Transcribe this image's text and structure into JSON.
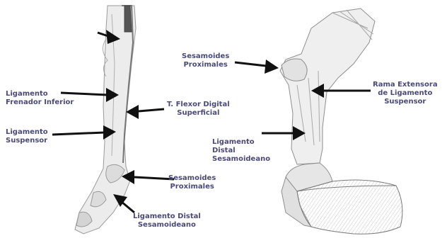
{
  "labels": {
    "lig_frenador": [
      "Ligamento",
      "Frenador Inferior"
    ],
    "lig_suspensor": [
      "Ligamento",
      "Suspensor"
    ],
    "t_flexor": [
      "T. Flexor Digital",
      "Superficial"
    ],
    "ses_prox_left": [
      "Sesamoides",
      "Proximales"
    ],
    "lig_distal_left": [
      "Ligamento Distal",
      "Sesamoideano"
    ],
    "ses_prox_right": [
      "Sesamoides",
      "Proximales"
    ],
    "rama_extensora": [
      "Rama Extensora",
      "de Ligamento",
      "Suspensor"
    ],
    "lig_distal_right": [
      "Ligamento",
      "Distal",
      "Sesamoideano"
    ]
  },
  "colors": {
    "label": "#4a4a7a",
    "arrow": "#111111",
    "sketch": "#9a9a9a"
  }
}
